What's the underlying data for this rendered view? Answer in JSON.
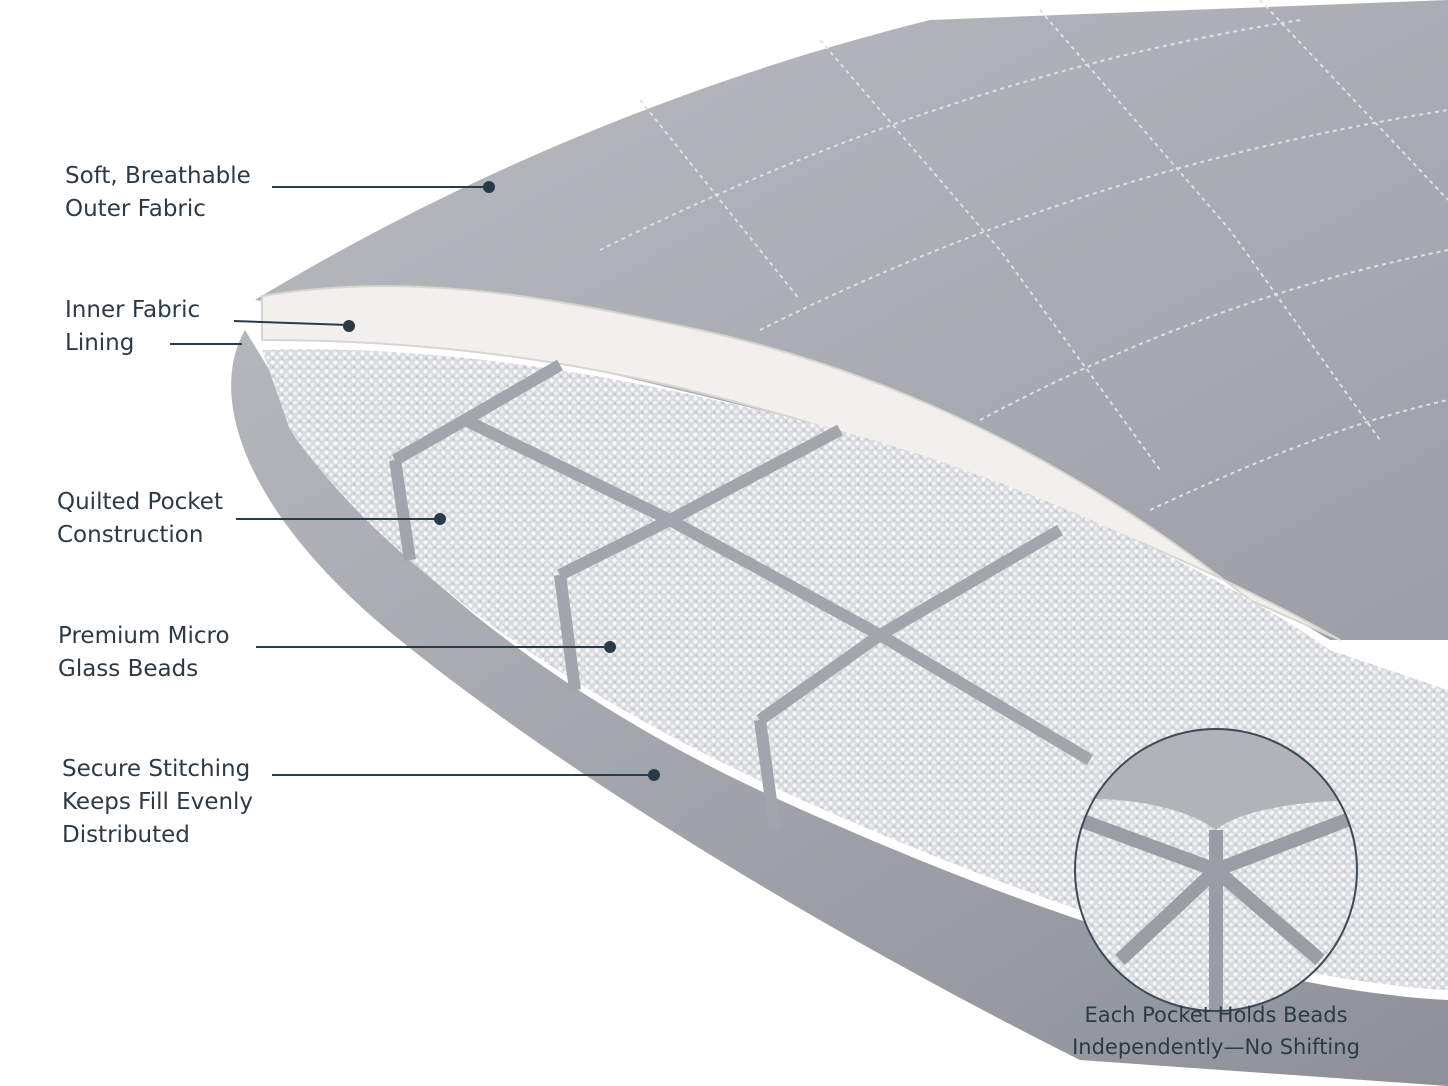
{
  "callouts": [
    {
      "id": "outer-fabric",
      "lines": [
        "Soft, Breathable",
        "Outer Fabric"
      ]
    },
    {
      "id": "inner-lining",
      "lines": [
        "Inner Fabric",
        "Lining"
      ]
    },
    {
      "id": "quilted-pockets",
      "lines": [
        "Quilted Pocket",
        "Construction"
      ]
    },
    {
      "id": "glass-beads",
      "lines": [
        "Premium Micro",
        "Glass Beads"
      ]
    },
    {
      "id": "stitching",
      "lines": [
        "Secure Stitching",
        "Keeps Fill Evenly",
        "Distributed"
      ]
    }
  ],
  "detail_caption": {
    "lines": [
      "Each Pocket Holds Beads",
      "Independently—No Shifting"
    ]
  },
  "colors": {
    "text": "#2b3a47",
    "leader": "#2b3a47",
    "fabric": "#a9abb2",
    "fabric_dark": "#8f9299",
    "lining": "#f1f0ec",
    "beads": "#e4e6e9"
  }
}
